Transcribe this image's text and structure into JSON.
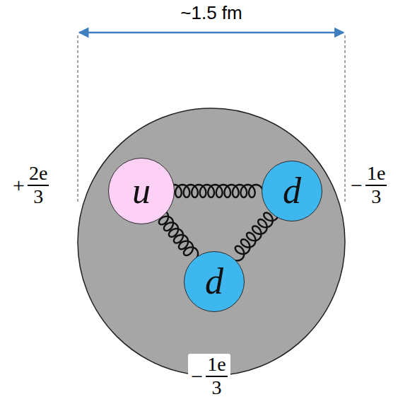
{
  "diagram": {
    "nodes": [
      {
        "text": [
          "u"
        ]
      },
      {
        "text": [
          "d"
        ]
      },
      {
        "text": [
          "d"
        ]
      }
    ],
    "edges": [
      {
        "from": 0,
        "to": 1,
        "arrow": "none"
      },
      {
        "from": 0,
        "to": 2,
        "arrow": "none"
      },
      {
        "from": 1,
        "to": 2,
        "arrow": "none"
      }
    ],
    "labels": [
      "~1.5 fm",
      "+",
      "2e",
      "3",
      "−",
      "1e",
      "3",
      "−",
      "1e",
      "3"
    ]
  }
}
